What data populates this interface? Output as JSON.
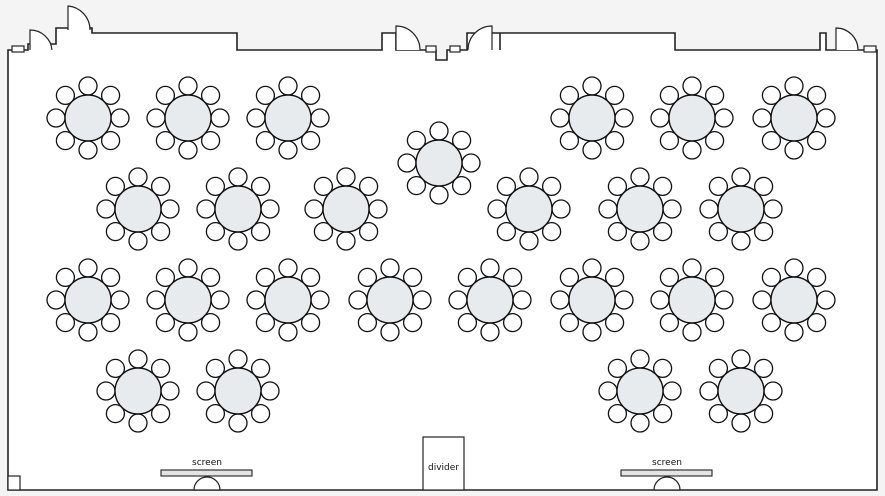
{
  "labels": {
    "screen_left": "screen",
    "screen_right": "screen",
    "divider": "divider"
  },
  "tables": [
    {
      "row": 1,
      "col": 1
    },
    {
      "row": 1,
      "col": 2
    },
    {
      "row": 1,
      "col": 3
    },
    {
      "row": 1,
      "col": 6
    },
    {
      "row": 1,
      "col": 7
    },
    {
      "row": 1,
      "col": 8
    },
    {
      "row": 1.5,
      "col": 4
    },
    {
      "row": 2,
      "col": 1
    },
    {
      "row": 2,
      "col": 2
    },
    {
      "row": 2,
      "col": 3
    },
    {
      "row": 2,
      "col": 5
    },
    {
      "row": 2,
      "col": 6
    },
    {
      "row": 2,
      "col": 7
    },
    {
      "row": 3,
      "col": 1
    },
    {
      "row": 3,
      "col": 2
    },
    {
      "row": 3,
      "col": 3
    },
    {
      "row": 3,
      "col": 4
    },
    {
      "row": 3,
      "col": 5
    },
    {
      "row": 3,
      "col": 6
    },
    {
      "row": 3,
      "col": 7
    },
    {
      "row": 3,
      "col": 8
    },
    {
      "row": 4,
      "col": 1
    },
    {
      "row": 4,
      "col": 2
    },
    {
      "row": 4,
      "col": 6
    },
    {
      "row": 4,
      "col": 7
    }
  ],
  "chairs_per_table": 8,
  "colors": {
    "tabletop": "#e8ebee",
    "chair": "#ffffff",
    "wall": "#222222"
  }
}
